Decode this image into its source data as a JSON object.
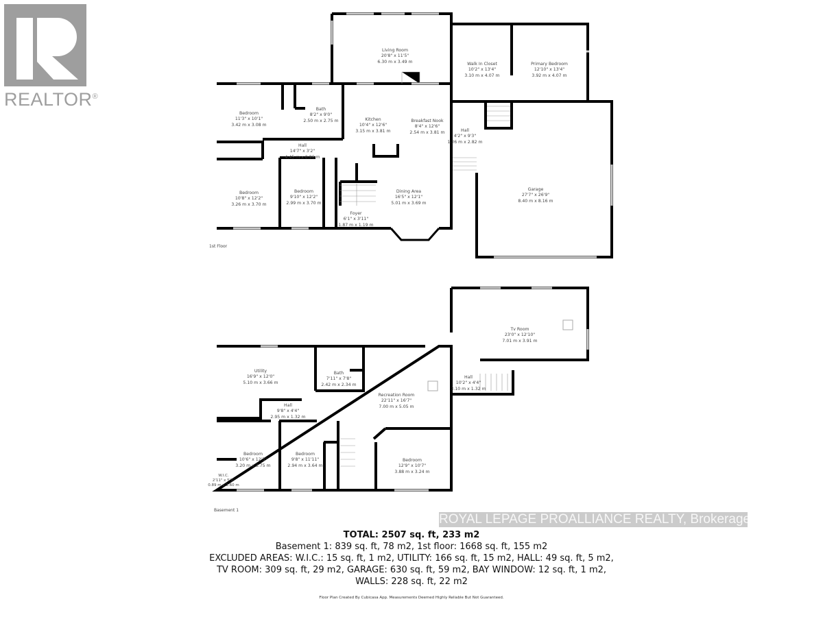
{
  "logo": {
    "text": "REALTOR",
    "mark": "®"
  },
  "first_floor": {
    "label": "1st Floor",
    "rooms": [
      {
        "name": "Living Room",
        "imperial": "20'8\" x 11'5\"",
        "metric": "6.30 m x 3.49 m"
      },
      {
        "name": "Walk In Closet",
        "imperial": "10'2\" x 13'4\"",
        "metric": "3.10 m x 4.07 m"
      },
      {
        "name": "Primary Bedroom",
        "imperial": "12'10\" x 13'4\"",
        "metric": "3.92 m x 4.07 m"
      },
      {
        "name": "Bedroom",
        "imperial": "11'3\" x 10'1\"",
        "metric": "3.42 m x 3.08 m"
      },
      {
        "name": "Bath",
        "imperial": "8'2\" x 9'0\"",
        "metric": "2.50 m x 2.75 m"
      },
      {
        "name": "Kitchen",
        "imperial": "10'4\" x 12'6\"",
        "metric": "3.15 m x 3.81 m"
      },
      {
        "name": "Breakfast Nook",
        "imperial": "8'4\" x 12'6\"",
        "metric": "2.54 m x 3.81 m"
      },
      {
        "name": "Hall",
        "imperial": "4'2\" x 9'3\"",
        "metric": "1.26 m x 2.82 m"
      },
      {
        "name": "Hall",
        "imperial": "14'7\" x 3'2\"",
        "metric": "4.45 m x 0.96 m"
      },
      {
        "name": "Bedroom",
        "imperial": "10'8\" x 12'2\"",
        "metric": "3.26 m x 3.70 m"
      },
      {
        "name": "Bedroom",
        "imperial": "9'10\" x 12'2\"",
        "metric": "2.99 m x 3.70 m"
      },
      {
        "name": "Dining Area",
        "imperial": "16'5\" x 12'1\"",
        "metric": "5.01 m x 3.69 m"
      },
      {
        "name": "Foyer",
        "imperial": "6'1\" x 3'11\"",
        "metric": "1.87 m x 1.19 m"
      },
      {
        "name": "Garage",
        "imperial": "27'7\" x 26'9\"",
        "metric": "8.40 m x 8.16 m"
      }
    ]
  },
  "basement": {
    "label": "Basement 1",
    "rooms": [
      {
        "name": "Tv Room",
        "imperial": "23'0\" x 12'10\"",
        "metric": "7.01 m x 3.91 m"
      },
      {
        "name": "Utility",
        "imperial": "16'9\" x 12'0\"",
        "metric": "5.10 m x 3.66 m"
      },
      {
        "name": "Bath",
        "imperial": "7'11\" x 7'8\"",
        "metric": "2.42 m x 2.34 m"
      },
      {
        "name": "Hall",
        "imperial": "9'8\" x 4'4\"",
        "metric": "2.95 m x 1.32 m"
      },
      {
        "name": "Recreation Room",
        "imperial": "22'11\" x 16'7\"",
        "metric": "7.00 m x 5.05 m"
      },
      {
        "name": "Hall",
        "imperial": "10'2\" x 4'4\"",
        "metric": "3.10 m x 1.32 m"
      },
      {
        "name": "Bedroom",
        "imperial": "10'6\" x 12'3\"",
        "metric": "3.20 m x 3.75 m"
      },
      {
        "name": "Bedroom",
        "imperial": "9'8\" x 11'11\"",
        "metric": "2.94 m x 3.64 m"
      },
      {
        "name": "Bedroom",
        "imperial": "12'9\" x 10'7\"",
        "metric": "3.88 m x 3.24 m"
      },
      {
        "name": "W.I.C.",
        "imperial": "2'11\" x 5'3\"",
        "metric": "0.89 m x 1.60 m"
      }
    ]
  },
  "summary": {
    "total": "TOTAL: 2507 sq. ft, 233 m2",
    "lines": [
      "Basement 1: 839 sq. ft, 78 m2, 1st floor: 1668 sq. ft, 155 m2",
      "EXCLUDED AREAS: W.I.C.: 15 sq. ft, 1 m2, UTILITY: 166 sq. ft, 15 m2, HALL: 49 sq. ft, 5 m2,",
      "TV ROOM: 309 sq. ft, 29 m2, GARAGE: 630 sq. ft, 59 m2, BAY WINDOW: 12 sq. ft, 1 m2,",
      "WALLS: 228 sq. ft, 22 m2"
    ]
  },
  "watermark": "ROYAL LEPAGE PROALLIANCE REALTY, Brokerage",
  "footer": "Floor Plan Created By Cubicasa App. Measurements Deemed Highly Reliable But Not Guaranteed.",
  "colors": {
    "wall": "#000000",
    "window": "#cfcfcf",
    "logo": "#9e9e9e"
  }
}
